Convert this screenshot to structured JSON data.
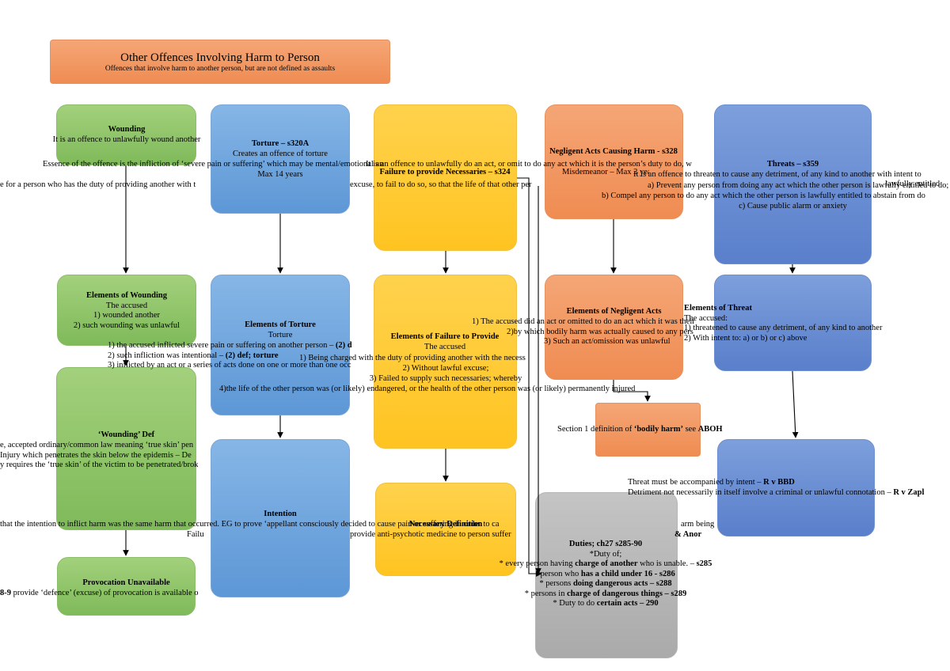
{
  "title": {
    "main": "Other Offences Involving Harm to Person",
    "sub": "Offences that involve harm to another person, but are not defined as assaults"
  },
  "wounding": {
    "heading": "Wounding",
    "line1": "It is an offence to unlawfully wound another"
  },
  "elements_wounding": {
    "heading": "Elements of Wounding",
    "l1": "The accused",
    "l2": "1) wounded another",
    "l3": "2) such wounding was unlawful"
  },
  "wounding_def": {
    "heading": "‘Wounding’ Def",
    "l1": "e, accepted ordinary/common law meaning ‘true skin’ pen",
    "l2": "Injury which penetrates the skin below the epidemis – De",
    "l3": "y requires the ‘true skin’ of the victim to be penetrated/brok"
  },
  "provocation": {
    "heading": "Provocation Unavailable",
    "l1_bold": "8-9",
    "l1_rest": " provide ‘defence’ (excuse) of provocation is available o"
  },
  "torture": {
    "heading": "Torture – s320A",
    "l1": "Creates an offence of torture",
    "l2": "Essence of the offence is the infliction of ‘severe pain or suffering’ which may be mental/emotional and other phenomena",
    "l3": "Max 14 years"
  },
  "elements_torture": {
    "heading": "Elements of Torture",
    "l1": "Torture",
    "l2a": "1) the accused inflicted severe pain or suffering on another person – ",
    "l2b": "(2) d",
    "l3a": "2) such infliction was intentional – ",
    "l3b": "(2) def; torture",
    "l4": "3) inflicted by an act or a series of acts done on one or more than one occ"
  },
  "intention": {
    "heading": "Intention",
    "l1": "that the intention to inflict harm was the same harm that occurred.  EG to prove ‘appellant consciously decided to cause pain or suffering in order to ca",
    "l1b": "arm being",
    "l2": "Failu",
    "l2b": "provide anti-psychotic medicine to person suffer",
    "l2c": "& Anor"
  },
  "failure": {
    "intro1": "It is an offence to unlawfully do an act, or omit to do any act which it is the person’s duty to do, w",
    "heading": "Failure to provide Necessaries – s324",
    "intro2": "e for a person who has the duty of providing another with t",
    "intro2b": "excuse, to fail to do so, so that the life of that other per"
  },
  "elements_failure": {
    "heading": "Elements of Failure to Provide",
    "l0": "The accused",
    "l1": "1) Being charged with the duty of providing another with the necess",
    "l2": "2) Without lawful excuse;",
    "l3": "3) Failed to supply such necessaries; whereby",
    "l4": "4)the life of the other person was (or likely) endangered, or the health of the other person was (or likely) permanently injured"
  },
  "necessary_def": {
    "heading": "Necessary Definition"
  },
  "duties": {
    "heading": "Duties; ch27 s285-90",
    "l1": "*Duty of;",
    "l2a": "* every person having ",
    "l2b": "charge of another",
    "l2c": " who is unable. – ",
    "l2d": "s285",
    "l3a": "*person who ",
    "l3b": "has a child under 16 - s286",
    "l4a": "* persons ",
    "l4b": "doing dangerous acts – s288",
    "l5a": "* persons in ",
    "l5b": "charge of dangerous things – s289",
    "l6a": "* Duty to do ",
    "l6b": "certain acts – 290"
  },
  "negligent": {
    "heading": "Negligent Acts Causing Harm - s328",
    "l1": "Misdemeanor – Max 2 years"
  },
  "elements_negligent": {
    "heading": "Elements of Negligent Acts",
    "l1": "1) The accused did an act or omitted to do an act which it was their",
    "l2": "2)by which bodily harm was actually caused to any pers",
    "l3": "3) Such an act/omission was unlawful"
  },
  "bodily_harm": {
    "pre": "Section 1 definition of ",
    "bold": "‘bodily harm’",
    "mid": " see ",
    "bold2": "ABOH"
  },
  "threats": {
    "heading": "Threats – s359",
    "l1": "It is an offence to threaten to cause any detriment, of any kind to another with intent to",
    "l1b": "lawfully entitled",
    "l2": "a) Prevent any person from doing any act which the other person is lawfully entitled to do;",
    "l3": "b) Compel any person to do any act which the other person is lawfully entitled to abstain from do",
    "l4": "c) Cause public alarm or anxiety"
  },
  "elements_threat": {
    "heading": "Elements of Threat",
    "l0": "The accused:",
    "l1": "1) threatened to cause any detriment, of any kind to another",
    "l2": "2) With intent to: a) or b) or c) above"
  },
  "threat_intent": {
    "l1a": "Threat must be accompanied by intent – ",
    "l1b": "R v BBD",
    "l2a": "Detriment not necessarily in itself involve a criminal or unlawful connotation – ",
    "l2b": "R v Zapl"
  },
  "colors": {
    "green": "#8cc46a",
    "blue": "#6fa6de",
    "yellow": "#ffc82e",
    "orange": "#f19a66",
    "navy": "#6a8ed4",
    "gray": "#b8b8b8"
  }
}
